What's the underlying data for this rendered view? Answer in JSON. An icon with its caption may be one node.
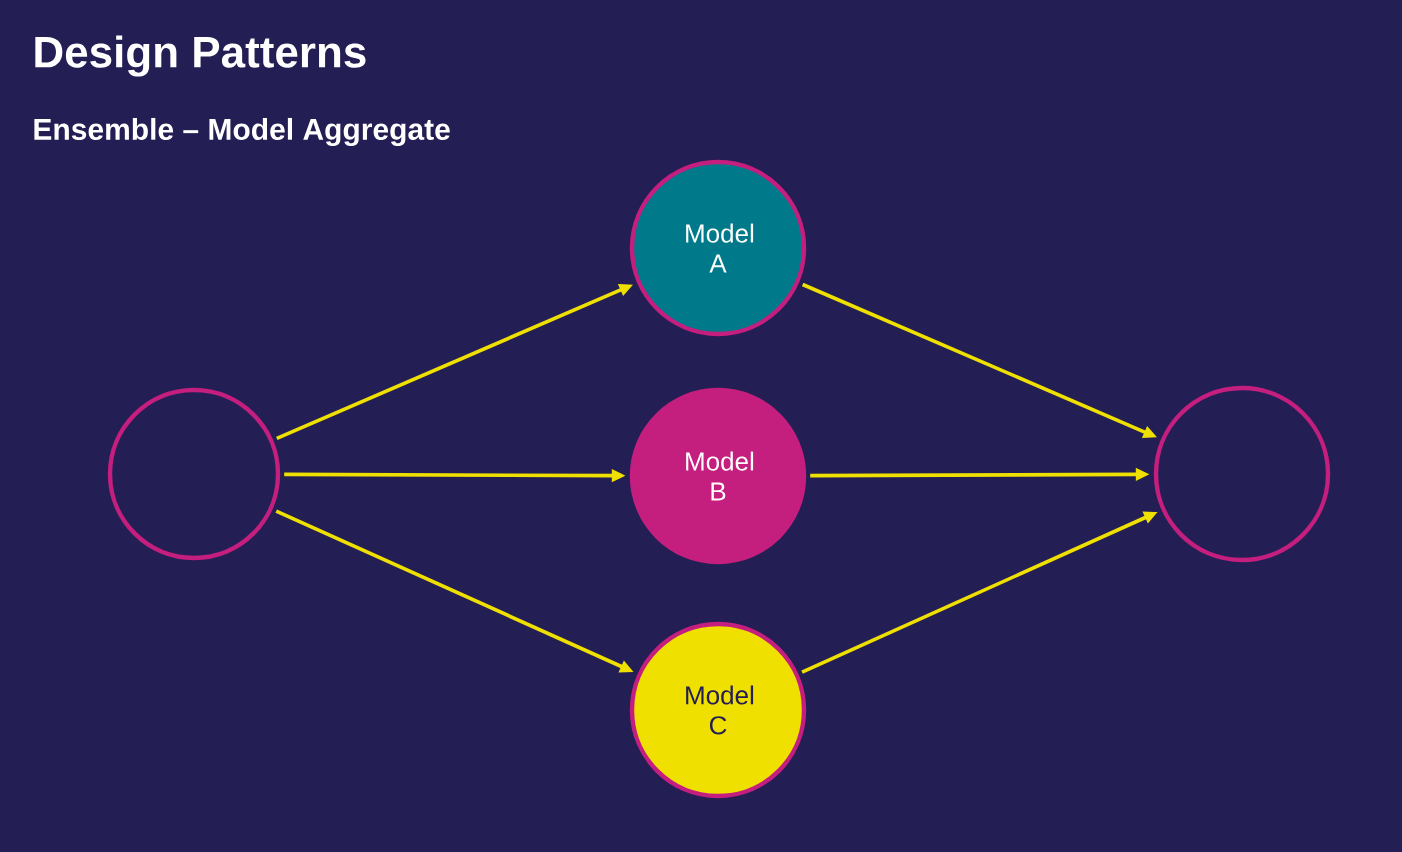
{
  "diagram": {
    "title": "Design Patterns",
    "nodes": [
      {
        "text": [],
        "shape": "circle"
      },
      {
        "text": [
          "Model A"
        ]
      },
      {
        "text": [
          "Model B"
        ]
      },
      {
        "text": [
          "Model C"
        ]
      },
      {
        "text": [],
        "shape": "circle"
      }
    ],
    "edges": [
      {
        "from": 0,
        "to": 1,
        "arrow": "to"
      },
      {
        "from": 0,
        "to": 2,
        "arrow": "to"
      },
      {
        "from": 0,
        "to": 3,
        "arrow": "to"
      },
      {
        "from": 1,
        "to": 4,
        "arrow": "to"
      },
      {
        "from": 2,
        "to": 4,
        "arrow": "to"
      },
      {
        "from": 3,
        "to": 4,
        "arrow": "to"
      }
    ],
    "labels": [
      "Ensemble – Model Aggregate"
    ]
  }
}
